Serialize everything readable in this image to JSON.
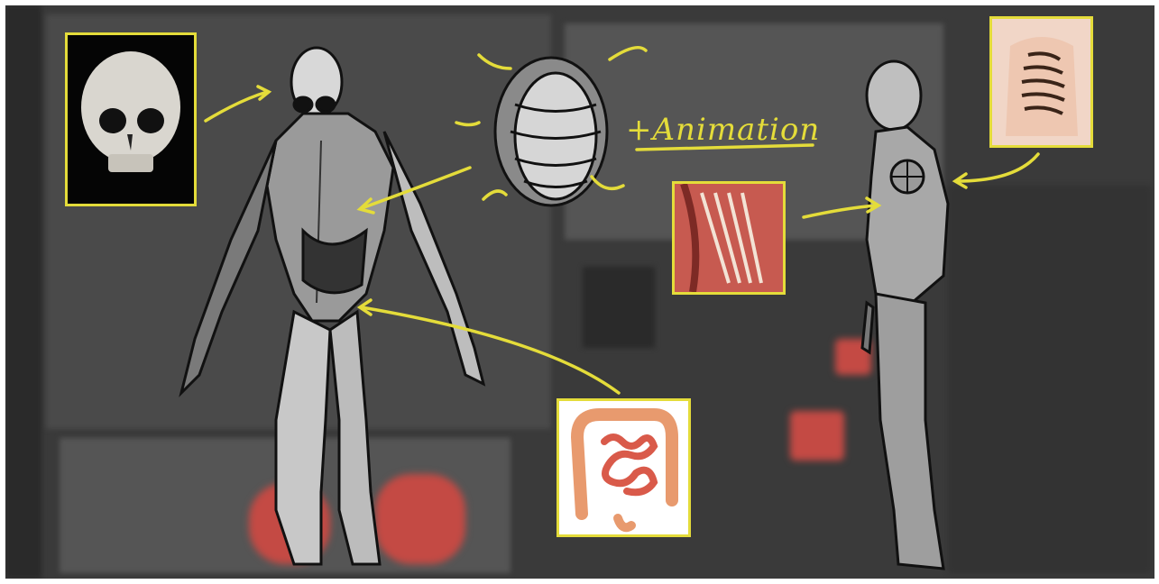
{
  "annotation": {
    "label": "+Animation",
    "accent_color": "#e4dc3a"
  },
  "figures": {
    "front_creature": "creature-front-view",
    "side_creature": "creature-side-view",
    "torso_module": "segmented-torso-module"
  },
  "references": [
    {
      "name": "skull-reference",
      "subject": "skull"
    },
    {
      "name": "spine-reference",
      "subject": "spine"
    },
    {
      "name": "ribcage-meat-reference",
      "subject": "ribcage"
    },
    {
      "name": "intestine-reference",
      "subject": "intestines"
    }
  ]
}
